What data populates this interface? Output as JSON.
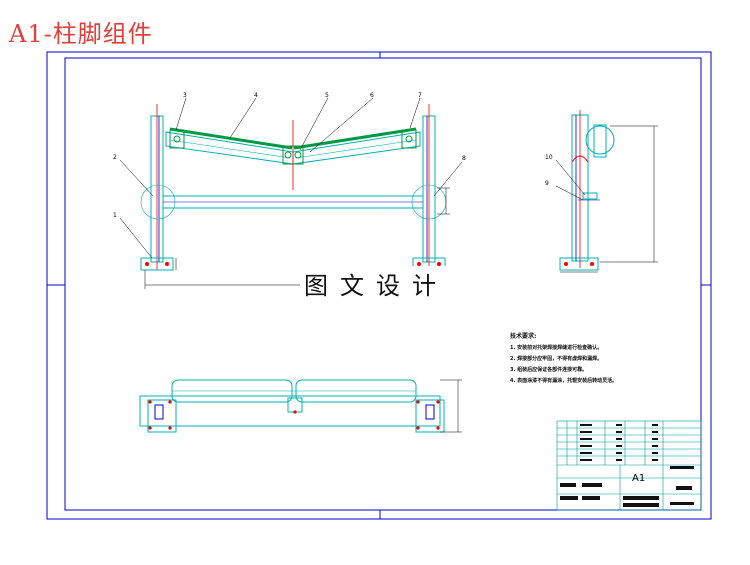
{
  "header": {
    "title": "A1-柱脚组件"
  },
  "watermark": "图文设计",
  "callouts": [
    "3",
    "4",
    "5",
    "6",
    "7",
    "2",
    "8",
    "1",
    "10",
    "9"
  ],
  "tech_requirements": {
    "heading": "技术要求:",
    "items": [
      "1. 安装前对托架焊接焊缝进行检查确认。",
      "2. 焊接部分应牢固，不得有虚焊和漏焊。",
      "3. 组装后应保证各部件连接可靠。",
      "4. 表面涂漆不得有漏涂，托辊安装后转动灵活。"
    ]
  },
  "title_block": {
    "drawing_code": "A1"
  },
  "colors": {
    "frame": "#0000cc",
    "geometry": "#00b0b0",
    "centerline": "#ff0000",
    "roller": "#009944",
    "dimension": "#000000"
  }
}
